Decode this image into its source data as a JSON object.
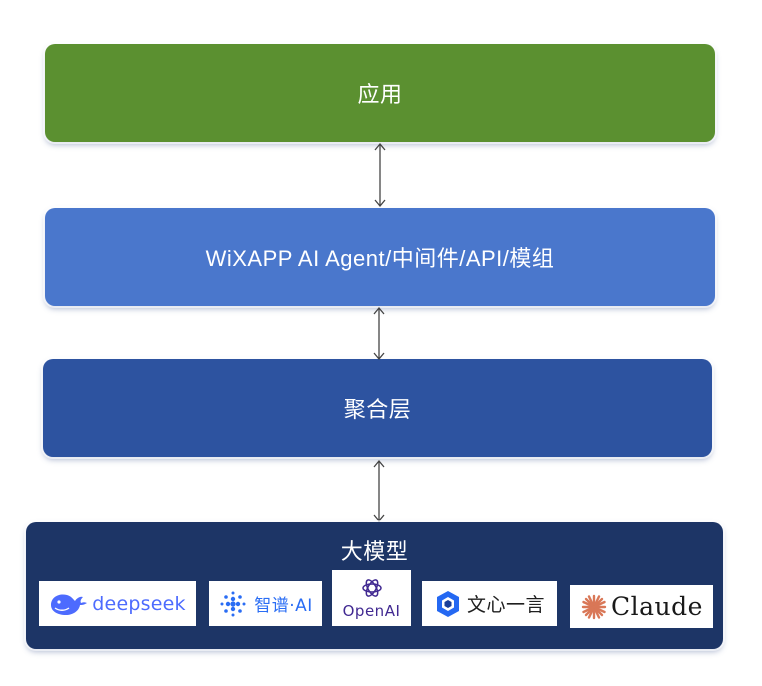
{
  "layers": {
    "app": "应用",
    "agent": "WiXAPP AI Agent/中间件/API/模组",
    "aggregation": "聚合层",
    "models": "大模型"
  },
  "logos": [
    {
      "id": "deepseek",
      "text": "deepseek",
      "icon": "whale-icon",
      "color": "#4d6bfe"
    },
    {
      "id": "zhipu",
      "text": "智谱·AI",
      "icon": "dot-cluster-icon",
      "color": "#2a6df4"
    },
    {
      "id": "openai",
      "text": "OpenAI",
      "icon": "openai-knot-icon",
      "color": "#412991"
    },
    {
      "id": "wenxin",
      "text": "文心一言",
      "icon": "hexagon-icon",
      "color": "#2468f2"
    },
    {
      "id": "claude",
      "text": "Claude",
      "icon": "sunburst-icon",
      "color": "#d97757"
    }
  ],
  "colors": {
    "app": "#5b9030",
    "agent": "#4a77cc",
    "aggregation": "#2d53a0",
    "models": "#1d3566",
    "arrow": "#444444"
  }
}
